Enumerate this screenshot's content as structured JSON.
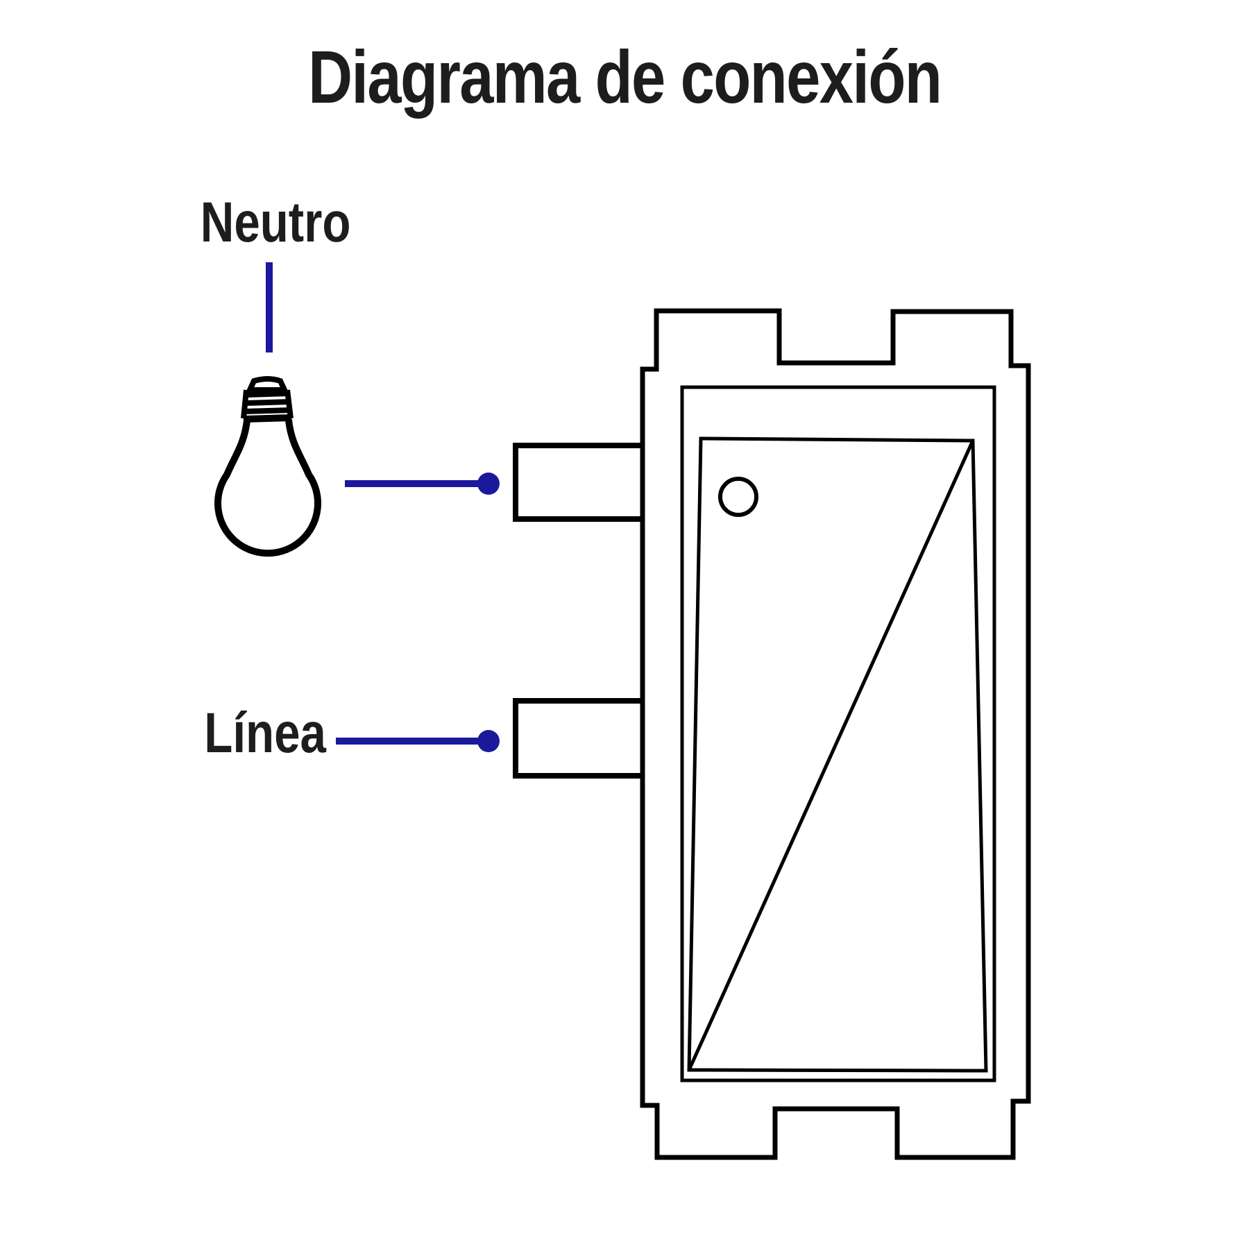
{
  "title": "Diagrama de conexión",
  "labels": {
    "neutro": "Neutro",
    "linea": "Línea"
  },
  "colors": {
    "wire": "#1b199b",
    "outline": "#000000",
    "text": "#1d1d1b",
    "background": "#ffffff"
  },
  "parts": {
    "bulb": "incandescent-light-bulb",
    "switch": "rocker-switch-module",
    "upper_terminal": "neutral-screw-terminal",
    "lower_terminal": "line-screw-terminal"
  }
}
